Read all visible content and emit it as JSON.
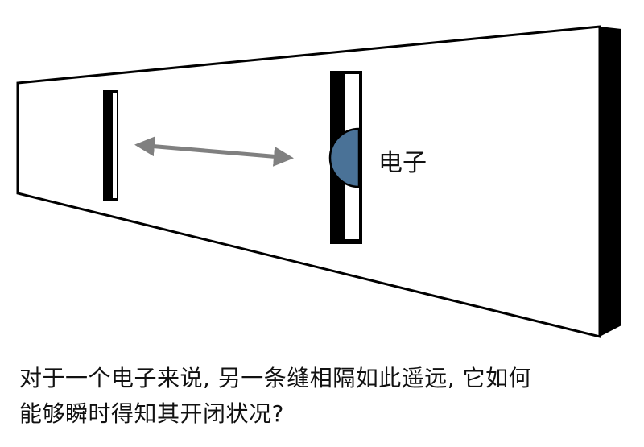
{
  "figure": {
    "electron_label": "电子",
    "colors": {
      "electron_fill": "#4a7297",
      "arrow": "#808080",
      "outline": "#000000",
      "background": "#ffffff"
    }
  },
  "caption": {
    "line1": "对于一个电子来说, 另一条缝相隔如此遥远, 它如何",
    "line2": "能够瞬时得知其开闭状况?"
  }
}
